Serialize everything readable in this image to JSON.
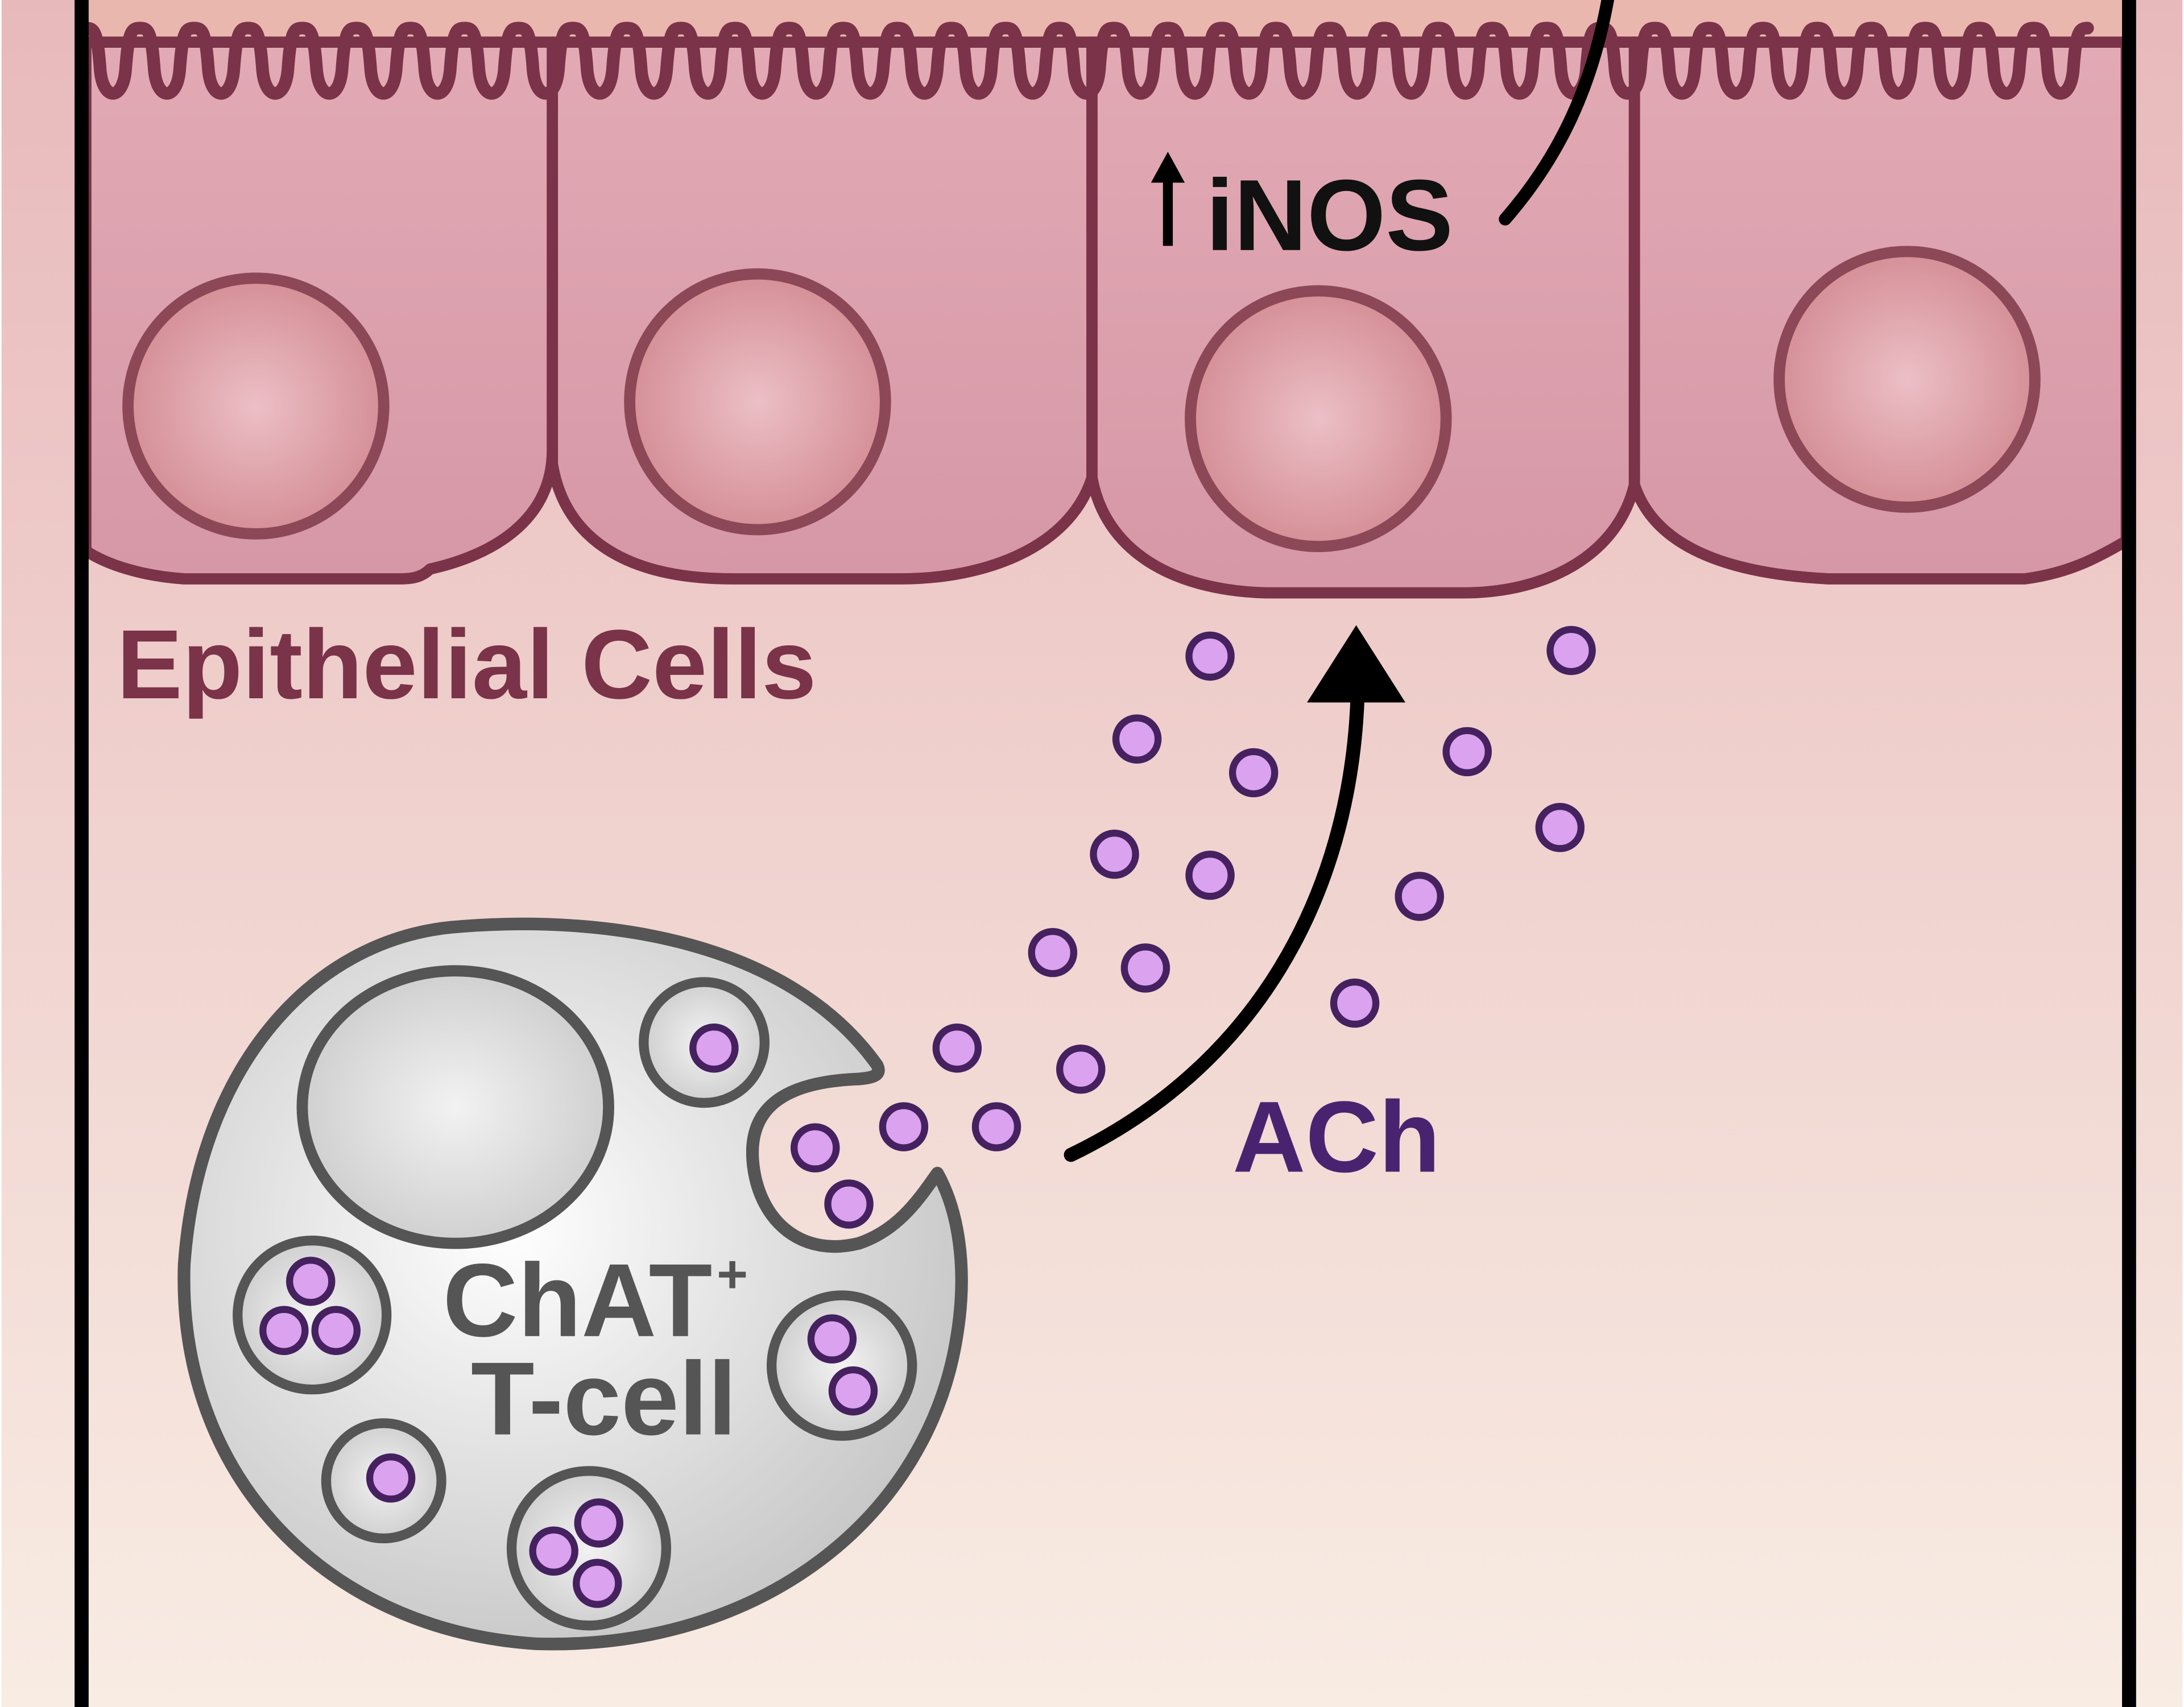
{
  "labels": {
    "epithelial": "Epithelial Cells",
    "inos": "iNOS",
    "ach": "ACh",
    "tcell_line1": "ChAT",
    "tcell_sup": "+",
    "tcell_line2": "T-cell"
  },
  "icons": {
    "up_arrow": "up-arrow-icon",
    "curved_arrow": "curved-arrow-icon"
  },
  "colors": {
    "background_top": "#e8b9bb",
    "background_bottom": "#f8ece3",
    "epithelium_fill": "#dea2b0",
    "epithelium_border": "#7a3348",
    "nucleus_fill": "#d8949c",
    "nucleus_border": "#8c4857",
    "epithelial_label": "#7a3348",
    "tcell_fill": "#eeeeee",
    "tcell_border": "#555555",
    "ach_vesicle": "#dba2ef",
    "ach_border": "#452160",
    "ach_label": "#4a2370",
    "arrow": "#000000"
  }
}
